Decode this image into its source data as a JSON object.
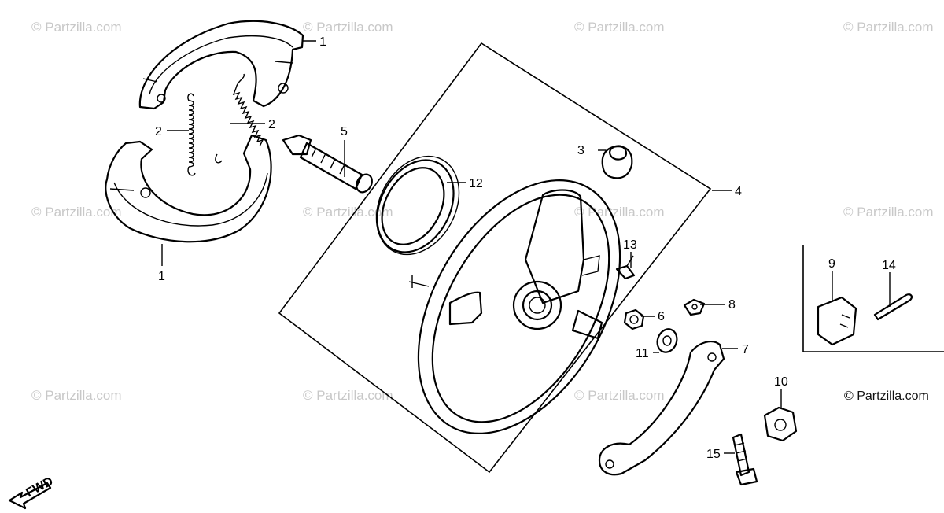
{
  "watermark": "© Partzilla.com",
  "credit": "© Partzilla.com",
  "fwd_label": "FWD",
  "callouts": {
    "c1_top": "1",
    "c1_bottom": "1",
    "c2_left": "2",
    "c2_right": "2",
    "c3": "3",
    "c4": "4",
    "c5": "5",
    "c6": "6",
    "c7": "7",
    "c8": "8",
    "c9": "9",
    "c10": "10",
    "c11": "11",
    "c12": "12",
    "c13": "13",
    "c14": "14",
    "c15": "15"
  }
}
